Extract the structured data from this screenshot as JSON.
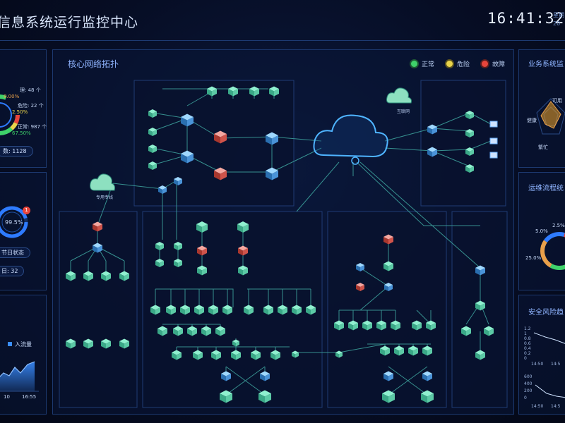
{
  "header": {
    "title": "信息系统运行监控中心",
    "time": "16:41:32",
    "date_line1": "星期",
    "date_line2": "20"
  },
  "left_top": {
    "row1": "理: 48 个",
    "row1b": "8.00%",
    "row2": "危险: 22 个",
    "row2b": "2.50%",
    "row3": "正常: 987 个",
    "row3b": "67.50%",
    "total": "数: 1128"
  },
  "left_mid": {
    "gauge_value": "99.5%",
    "badge": "1",
    "pill1": "节日状态",
    "pill2": "日: 32"
  },
  "left_bot": {
    "legend": "入流量",
    "x_labels": [
      "10",
      "16:55"
    ]
  },
  "topology": {
    "title": "核心网络拓扑",
    "legend": [
      {
        "label": "正常",
        "color": "#3fd26a"
      },
      {
        "label": "危险",
        "color": "#e9d34a"
      },
      {
        "label": "故障",
        "color": "#e8453c"
      }
    ],
    "internet_label": "互联网",
    "line_label": "专用专线"
  },
  "right_1": {
    "title": "业务系统监",
    "labels": [
      "可用",
      "健康",
      "繁忙"
    ]
  },
  "right_2": {
    "title": "运维流程统",
    "labels": [
      "2.5%",
      "5.0%",
      "25.0%"
    ]
  },
  "right_3": {
    "title": "安全风险趋",
    "chart1_y": [
      "1.2",
      "1",
      "0.8",
      "0.6",
      "0.4",
      "0.2",
      "0"
    ],
    "chart1_x": [
      "14:50",
      "14:5"
    ],
    "chart2_y": [
      "600",
      "400",
      "200",
      "0"
    ],
    "chart2_x": [
      "14:50",
      "14:5"
    ]
  },
  "colors": {
    "accent": "#2e7bff",
    "node": "#7fe6c0",
    "line": "#3fa7a0",
    "panel_border": "#1c3970"
  }
}
